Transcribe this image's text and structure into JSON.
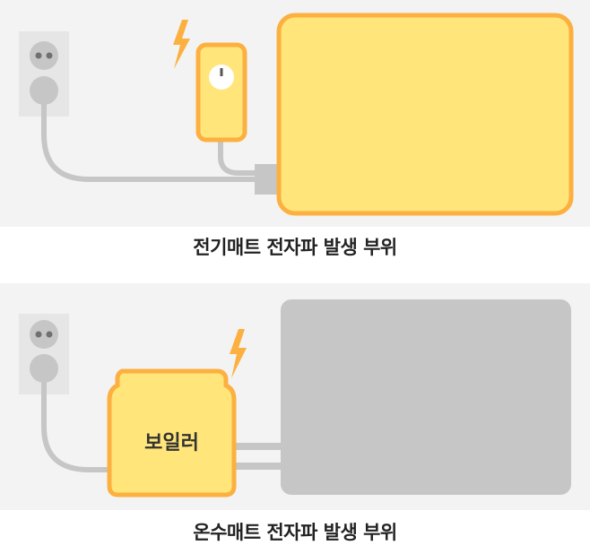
{
  "captions": {
    "electric_mat": "전기매트 전자파 발생 부위",
    "hot_water_mat": "온수매트 전자파 발생 부위"
  },
  "boiler": {
    "label": "보일러"
  },
  "icons": {
    "outlet": "power-outlet-icon",
    "lightning": "lightning-icon",
    "controller_knob": "dial-knob-icon"
  },
  "colors": {
    "panel_bg": "#f3f3f3",
    "highlight_fill": "#ffe57a",
    "highlight_stroke": "#fbb040",
    "inactive_mat": "#c6c6c6",
    "cable": "#c6c6c6",
    "outlet_face": "#e6e6e6",
    "caption_text": "#222222"
  }
}
